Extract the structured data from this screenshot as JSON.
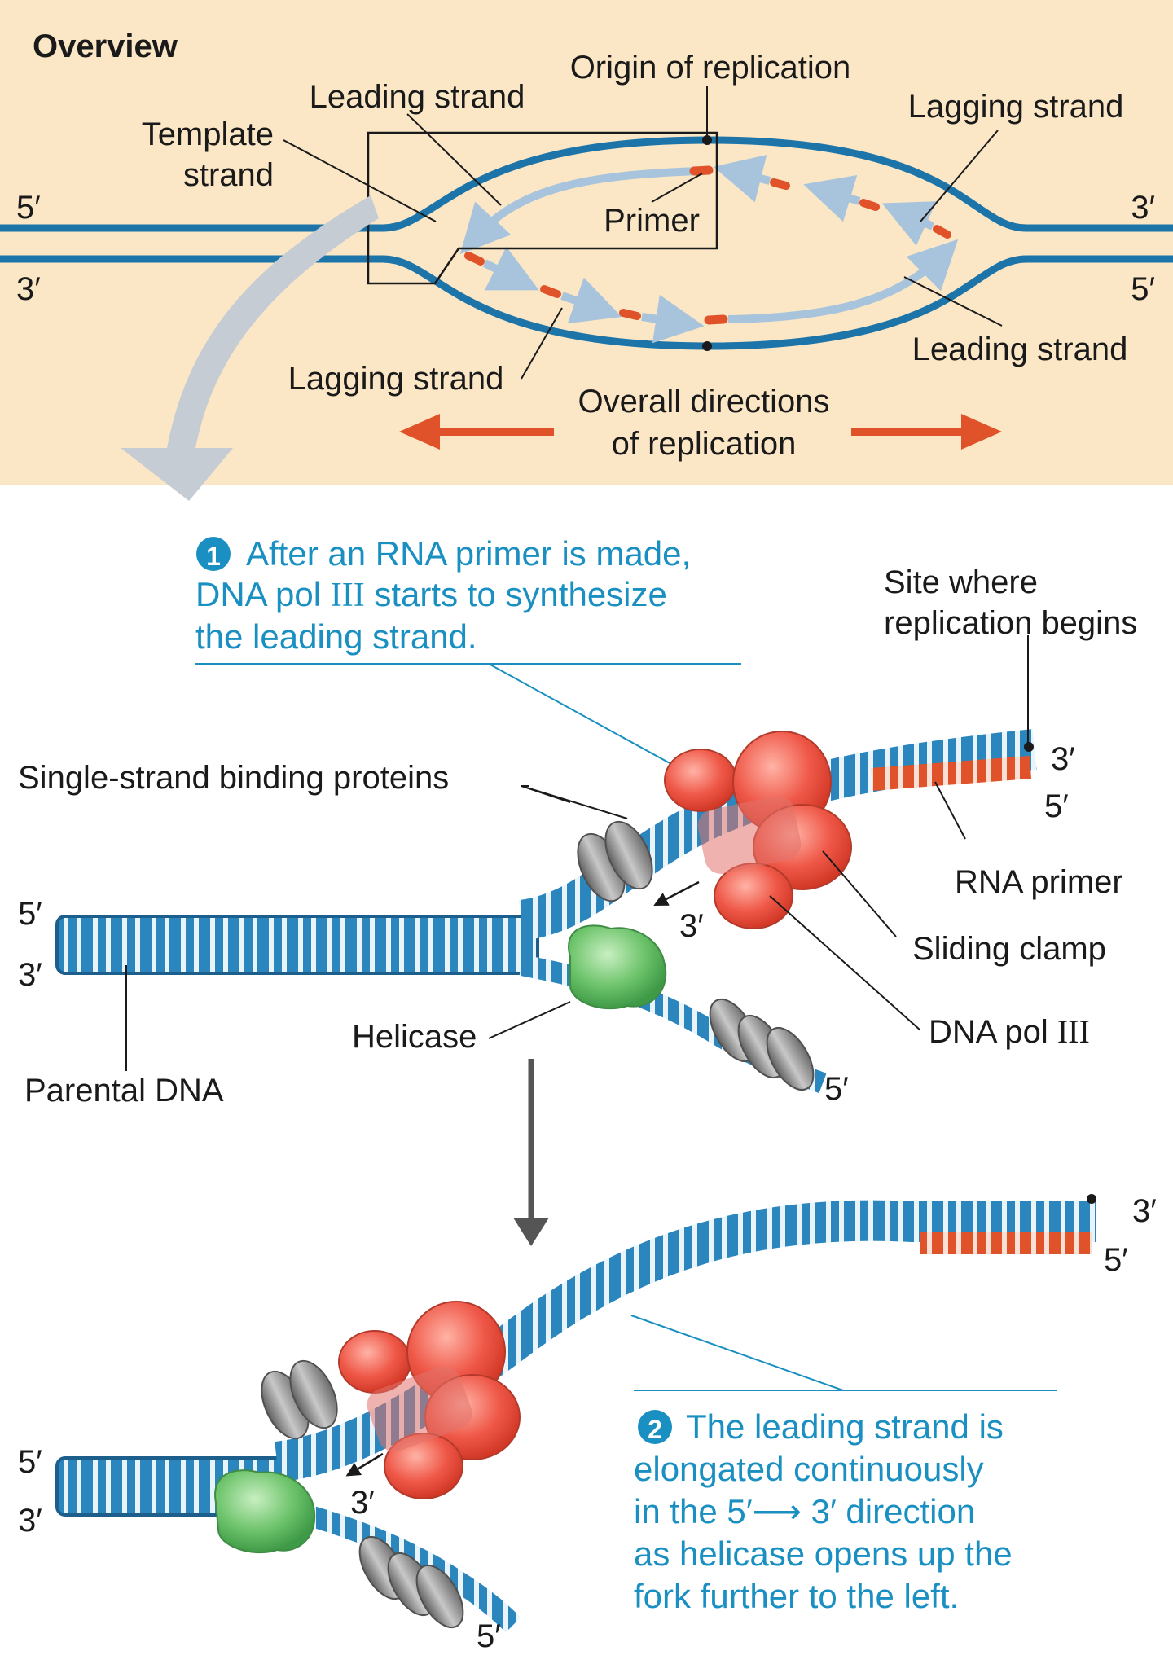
{
  "overview": {
    "title": "Overview",
    "origin_label": "Origin of replication",
    "leading_top": "Leading strand",
    "template_line1": "Template",
    "template_line2": "strand",
    "lagging_top": "Lagging strand",
    "primer": "Primer",
    "leading_bottom": "Leading strand",
    "lagging_bottom": "Lagging strand",
    "directions_line1": "Overall directions",
    "directions_line2": "of replication",
    "end_top_left": "5′",
    "end_bottom_left": "3′",
    "end_top_right": "3′",
    "end_bottom_right": "5′"
  },
  "step1": {
    "number": "1",
    "line1": "After an RNA primer is made,",
    "line2a": "DNA pol ",
    "line2b": "III",
    "line2c": " starts to synthesize",
    "line3": "the leading strand."
  },
  "panel1": {
    "site_line1": "Site where",
    "site_line2": "replication begins",
    "ssb": "Single-strand binding proteins",
    "rna_primer": "RNA primer",
    "sliding_clamp": "Sliding clamp",
    "pol_a": "DNA pol ",
    "pol_b": "III",
    "helicase": "Helicase",
    "parental": "Parental DNA",
    "end_3_topright": "3′",
    "end_5_topright": "5′",
    "end_5_left": "5′",
    "end_3_left": "3′",
    "end_3_new": "3′",
    "end_5_bottom": "5′"
  },
  "panel2": {
    "end_3_topright": "3′",
    "end_5_topright": "5′",
    "end_5_left": "5′",
    "end_3_left": "3′",
    "end_3_new": "3′",
    "end_5_bottom": "5′"
  },
  "step2": {
    "number": "2",
    "line1": "The leading strand is",
    "line2": "elongated continuously",
    "line3": "in the 5′⟶ 3′ direction",
    "line4": "as helicase opens up the",
    "line5": "fork further to the left."
  },
  "colors": {
    "panel_bg": "#fbe7c6",
    "dna_blue": "#1d74a8",
    "light_blue": "#a8c4dd",
    "primer_red": "#e0532a",
    "step_blue": "#1a8fc2",
    "pol_red": "#ee4c3c",
    "helicase_green": "#6cc36a",
    "ssb_gray": "#8a8a8a"
  }
}
